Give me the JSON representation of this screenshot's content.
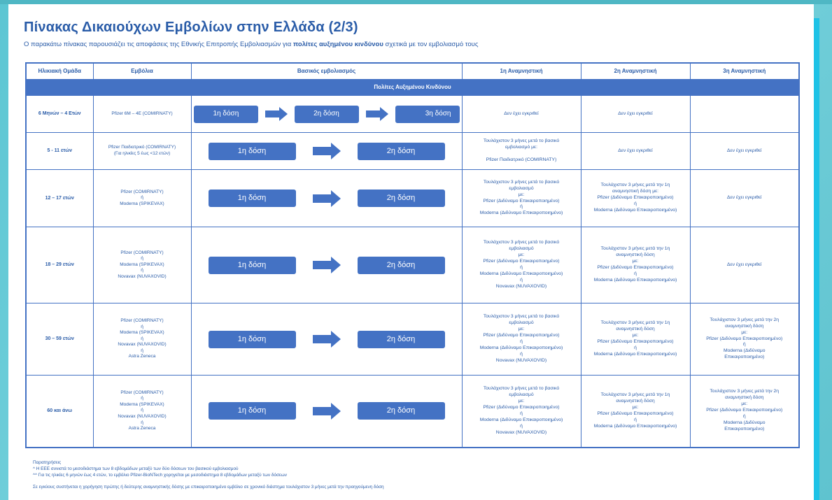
{
  "title": "Πίνακας Δικαιούχων Εμβολίων στην Ελλάδα (2/3)",
  "subtitle": {
    "before": "Ο παρακάτω πίνακας παρουσιάζει τις αποφάσεις της Εθνικής Επιτροπής Εμβολιασμών για ",
    "bold": "πολίτες αυξημένου κινδύνου",
    "after": " σχετικά με τον εμβολιασμό τους"
  },
  "table": {
    "headers": {
      "age": "Ηλικιακή Ομάδα",
      "vaccines": "Εμβόλια",
      "primary": "Βασικός εμβολιασμός",
      "booster1": "1η Αναμνηστική",
      "booster2": "2η Αναμνηστική",
      "booster3": "3η Αναμνηστική"
    },
    "band": "Πολίτες Αυξημένου Κινδύνου",
    "rows": [
      {
        "age": "6 Μηνών – 4 Ετών",
        "vaccines": "Pfizer 6M – 4E (COMIRNATY)",
        "doses": [
          "1η δόση",
          "2η δόση",
          "3η δόση"
        ],
        "b1": "Δεν έχει εγκριθεί",
        "b2": "Δεν έχει εγκριθεί",
        "b3": ""
      },
      {
        "age": "5 - 11 ετών",
        "vaccines": "Pfizer Παιδιατρικό (COMIRNATY)\n(Για ηλικίες 5 έως <12 ετών)",
        "doses": [
          "1η δόση",
          "2η δόση"
        ],
        "b1": "Τουλάχιστον 3 μήνες μετά το βασικό\nεμβολιασμό με:\n\nPfizer Παιδιατρικό (COMIRNATY)",
        "b2": "Δεν έχει εγκριθεί",
        "b3": "Δεν έχει εγκριθεί"
      },
      {
        "age": "12 – 17 ετών",
        "vaccines": "Pfizer (COMIRNATY)\nή\nModerna (SPIKEVAX)",
        "doses": [
          "1η δόση",
          "2η δόση"
        ],
        "b1": "Τουλάχιστον 3 μήνες μετά το βασικό\nεμβολιασμό\nμε:\nPfizer (Διδύναμο Επικαιροποιημένο)\nή\nModerna (Διδύναμο Επικαιροποιημένο)",
        "b2": "Τουλάχιστον 3 μήνες μετά την 1η\nαναμνηστική δόση με:\nPfizer (Διδύναμο Επικαιροποιημένο)\nή\nModerna (Διδύναμο Επικαιροποιημένο)",
        "b3": "Δεν έχει εγκριθεί"
      },
      {
        "age": "18 – 29 ετών",
        "vaccines": "Pfizer (COMIRNATY)\nή\nModerna (SPIKEVAX)\nή\nNovavax (NUVAXOVID)",
        "doses": [
          "1η δόση",
          "2η δόση"
        ],
        "b1": "Τουλάχιστον 3 μήνες μετά το βασικό\nεμβολιασμό\nμε:\nPfizer (Διδύναμο Επικαιροποιημένο)\nή\nModerna (Διδύναμο Επικαιροποιημένο)\nή\nNovavax (NUVAXOVID)",
        "b2": "Τουλάχιστον 3 μήνες μετά την 1η\nαναμνηστική δόση\nμε:\nPfizer (Διδύναμο Επικαιροποιημένο)\nή\nModerna (Διδύναμο Επικαιροποιημένο)",
        "b3": "Δεν έχει εγκριθεί"
      },
      {
        "age": "30 – 59 ετών",
        "vaccines": "Pfizer (COMIRNATY)\nή\nModerna (SPIKEVAX)\nή\nNovavax (NUVAXOVID)\nή\nAstra Zeneca",
        "doses": [
          "1η δόση",
          "2η δόση"
        ],
        "b1": "Τουλάχιστον 3 μήνες μετά το βασικό\nεμβολιασμό\nμε:\nPfizer (Διδύναμο Επικαιροποιημένο)\nή\nModerna (Διδύναμο Επικαιροποιημένο)\nή\nNovavax (NUVAXOVID)",
        "b2": "Τουλάχιστον 3 μήνες μετά την 1η\nαναμνηστική δόση\nμε:\nPfizer (Διδύναμο Επικαιροποιημένο)\nή\nModerna (Διδύναμο Επικαιροποιημένο)",
        "b3": "Τουλάχιστον 3 μήνες μετά την 2η\nαναμνηστική δόση\nμε:\nPfizer (Διδύναμο Επικαιροποιημένο)\nή\nModerna (Διδύναμο\nΕπικαιροποιημένο)"
      },
      {
        "age": "60 και άνω",
        "vaccines": "Pfizer (COMIRNATY)\nή\nModerna (SPIKEVAX)\nή\nNovavax (NUVAXOVID)\nή\nAstra Zeneca",
        "doses": [
          "1η δόση",
          "2η δόση"
        ],
        "b1": "Τουλάχιστον 3 μήνες μετά το βασικό\nεμβολιασμό\nμε:\nPfizer (Διδύναμο Επικαιροποιημένο)\nή\nModerna (Διδύναμο Επικαιροποιημένο)\nή\nNovavax (NUVAXOVID)",
        "b2": "Τουλάχιστον 3 μήνες μετά την 1η\nαναμνηστική δόση\nμε:\nPfizer (Διδύναμο Επικαιροποιημένο)\nή\nModerna (Διδύναμο Επικαιροποιημένο)",
        "b3": "Τουλάχιστον 3 μήνες μετά την 2η\nαναμνηστική δόση\nμε:\nPfizer (Διδύναμο Επικαιροποιημένο)\nή\nModerna (Διδύναμο\nΕπικαιροποιημένο)"
      }
    ]
  },
  "notes": {
    "heading": "Παρατηρήσεις",
    "n1": "^ Η ΕΕΕ συνιστά το μεσοδιάστημα των 8 εβδομάδων μεταξύ των δύο δόσεων του βασικού εμβολιασμού",
    "n2": "^^ Για τις ηλικίες 6 μηνών έως 4 ετών, το εμβόλιο Pfizer-BioNTech χορηγείται με μεσοδιάστημα 8 εβδομάδων μεταξύ των δόσεων",
    "n3": "Σε εγκύους συστήνεται η χορήγηση πρώτης ή δεύτερης αναμνηστικής δόσης με επικαιροποιημένο εμβόλιο σε χρονικό διάστημα τουλάχιστον 3 μήνες μετά την προηγούμενη δόση"
  },
  "colors": {
    "accent": "#4472c4",
    "text": "#2a5ca8",
    "frame": "#5cc6d3",
    "strip": "#1ec2e6"
  }
}
